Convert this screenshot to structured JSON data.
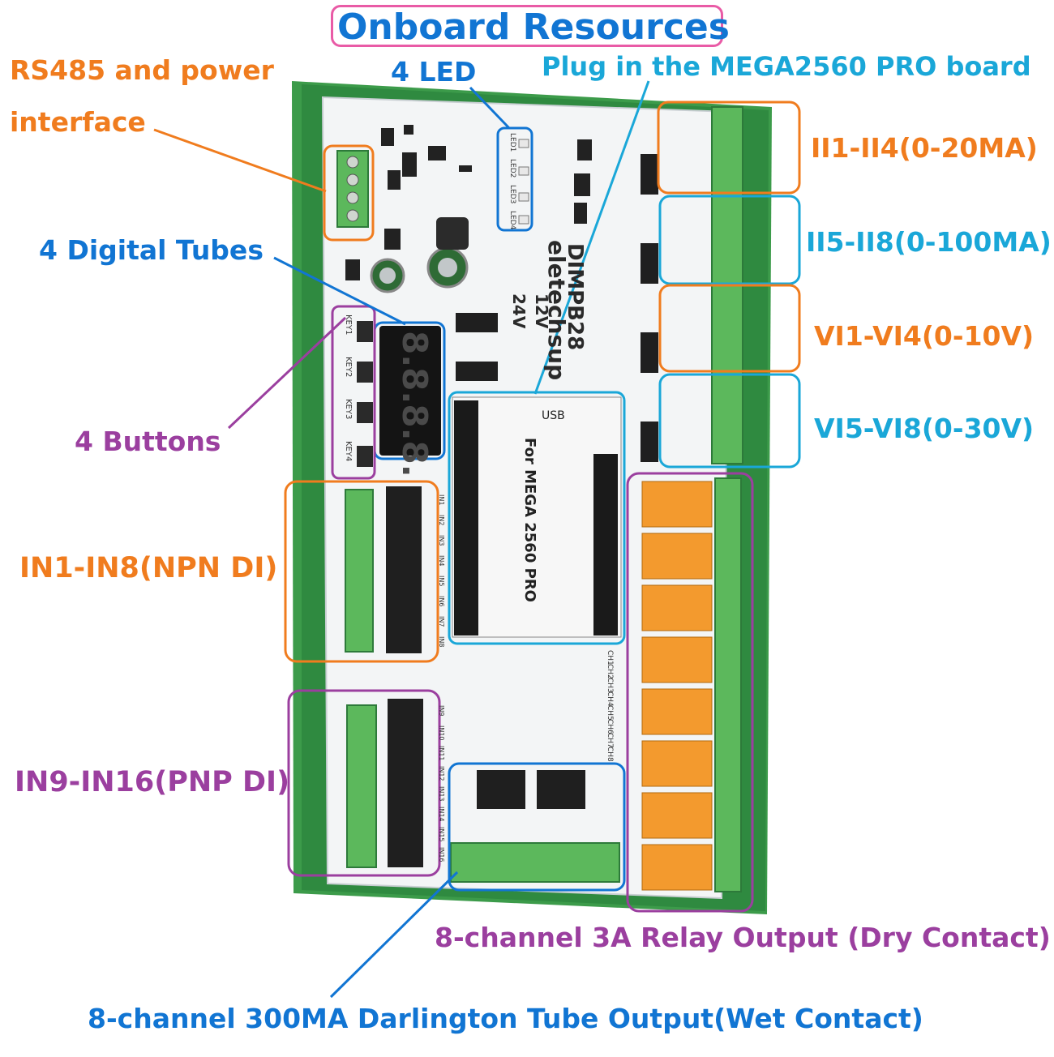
{
  "title": "Onboard Resources",
  "board": {
    "brand": "eletechsup",
    "model": "DIMPB28",
    "option_12v": "12V",
    "option_24v": "24V",
    "usb_label": "USB",
    "socket_text": "For MEGA 2560 PRO",
    "display_digits": "8.8.8.8.",
    "button_labels": [
      "KEY1",
      "KEY2",
      "KEY3",
      "KEY4"
    ],
    "led_labels": [
      "LED1",
      "LED2",
      "LED3",
      "LED4"
    ],
    "ch_labels": [
      "CH1",
      "CH2",
      "CH3",
      "CH4",
      "CH5",
      "CH6",
      "CH7",
      "CH8"
    ],
    "npn_labels": [
      "IN1",
      "IN2",
      "IN3",
      "IN4",
      "IN5",
      "IN6",
      "IN7",
      "IN8"
    ],
    "pnp_labels": [
      "IN9",
      "IN10",
      "IN11",
      "IN12",
      "IN13",
      "IN14",
      "IN15",
      "IN16"
    ]
  },
  "callouts": {
    "rs485": [
      "RS485 and power",
      "interface"
    ],
    "led": "4 LED",
    "mega": "Plug in the MEGA2560 PRO board",
    "tubes": "4 Digital Tubes",
    "buttons": "4 Buttons",
    "npn": "IN1-IN8(NPN DI)",
    "pnp": "IN9-IN16(PNP DI)",
    "ii1": "II1-II4(0-20MA)",
    "ii5": "II5-II8(0-100MA)",
    "vi1": "VI1-VI4(0-10V)",
    "vi5": "VI5-VI8(0-30V)",
    "relay": "8-channel 3A Relay Output (Dry Contact)",
    "darlington": "8-channel 300MA Darlington Tube Output(Wet Contact)"
  },
  "colors": {
    "orange": "#f07c1e",
    "blue": "#1175d3",
    "cyan": "#1aa7d8",
    "purple": "#9b3f9f",
    "pink": "#e95ba6",
    "rail_green": "#3a9a4a",
    "terminal_green": "#5cb85c",
    "pcb_white": "#f2f4f5",
    "relay_orange": "#f39a2e"
  }
}
